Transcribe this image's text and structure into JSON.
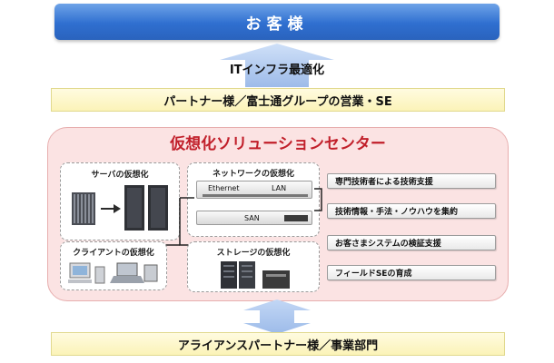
{
  "customer": {
    "label": "お客様"
  },
  "upgrade": {
    "label": "ITインフラ最適化"
  },
  "partner_bar": {
    "label": "パートナー様／富士通グループの営業・SE"
  },
  "center": {
    "title": "仮想化ソリューションセンター"
  },
  "boxes": {
    "server": {
      "label": "サーバの仮想化"
    },
    "network": {
      "label": "ネットワークの仮想化",
      "ethernet": "Ethernet",
      "lan": "LAN",
      "san": "SAN"
    },
    "client": {
      "label": "クライアントの仮想化"
    },
    "storage": {
      "label": "ストレージの仮想化"
    }
  },
  "support": [
    {
      "label": "専門技術者による技術支援"
    },
    {
      "label": "技術情報・手法・ノウハウを集約"
    },
    {
      "label": "お客さまシステムの検証支援"
    },
    {
      "label": "フィールドSEの育成"
    }
  ],
  "alliance_bar": {
    "label": "アライアンスパートナー様／事業部門"
  },
  "colors": {
    "customer_blue": "#2f6fd0",
    "arrow_blue": "#a8c4ee",
    "panel_pink": "#fbe3e3",
    "title_red": "#c11f2a",
    "bar_yellow": "#fbf3b8"
  }
}
